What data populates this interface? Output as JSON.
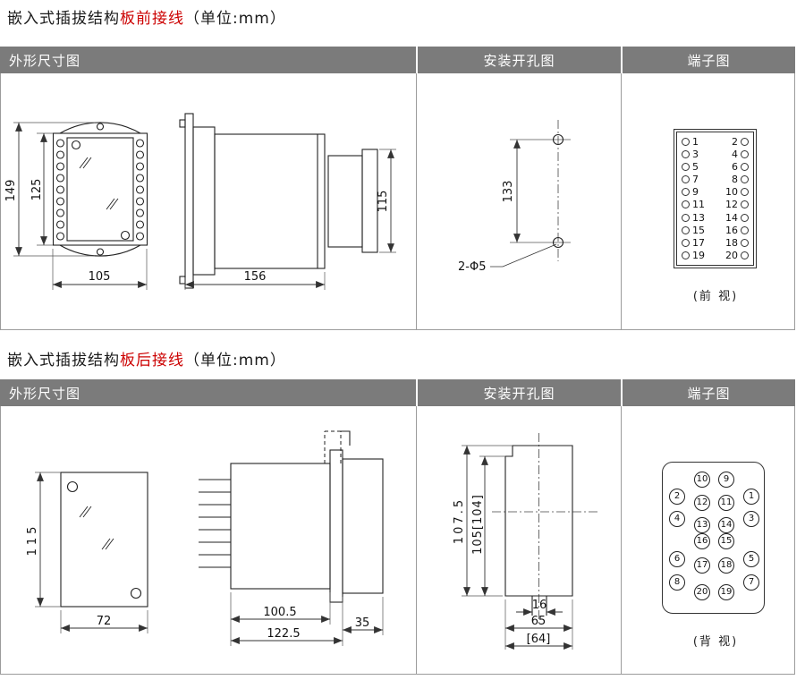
{
  "colors": {
    "title_red": "#cc0000",
    "header_bg": "#7b7b7b",
    "header_text": "#ffffff",
    "line": "#333333"
  },
  "front_section": {
    "title": {
      "prefix": "嵌入式插拔结构",
      "highlight": "板前接线",
      "unit": "（单位:mm）"
    },
    "headers": {
      "outline": "外形尺寸图",
      "mounting": "安装开孔图",
      "terminal": "端子图"
    },
    "outline_dims": {
      "overall_height": "149",
      "inner_height": "125",
      "width": "105",
      "plug_height": "115",
      "depth": "156"
    },
    "mounting_dims": {
      "hole_pitch": "133",
      "hole_spec": "2-Φ5"
    },
    "terminal": {
      "view_label": "(前 视)",
      "rows": [
        [
          "1",
          "2"
        ],
        [
          "3",
          "4"
        ],
        [
          "5",
          "6"
        ],
        [
          "7",
          "8"
        ],
        [
          "9",
          "10"
        ],
        [
          "11",
          "12"
        ],
        [
          "13",
          "14"
        ],
        [
          "15",
          "16"
        ],
        [
          "17",
          "18"
        ],
        [
          "19",
          "20"
        ]
      ]
    }
  },
  "rear_section": {
    "title": {
      "prefix": "嵌入式插拔结构",
      "highlight": "板后接线",
      "unit": "（单位:mm）"
    },
    "headers": {
      "outline": "外形尺寸图",
      "mounting": "安装开孔图",
      "terminal": "端子图"
    },
    "outline_dims": {
      "face_height": "115",
      "face_width": "72",
      "body_depth": "100.5",
      "total_depth": "122.5",
      "flange_depth": "35"
    },
    "mounting_dims": {
      "outer_height": "107.5",
      "inner_height": "105[104]",
      "notch_width": "16",
      "cutout_width": "65",
      "cutout_width_alt": "[64]"
    },
    "terminal": {
      "view_label": "(背 视)",
      "rows": [
        {
          "span": "inner",
          "nums": [
            "10",
            "9"
          ]
        },
        {
          "span": "full",
          "nums": [
            "2",
            "12",
            "11",
            "1"
          ]
        },
        {
          "span": "full",
          "nums": [
            "4",
            "13",
            "14",
            "3"
          ]
        },
        {
          "span": "inner",
          "nums": [
            "16",
            "15"
          ]
        },
        {
          "span": "full",
          "nums": [
            "6",
            "17",
            "18",
            "5"
          ]
        },
        {
          "span": "outer",
          "nums": [
            "8",
            "7"
          ]
        },
        {
          "span": "inner",
          "nums": [
            "20",
            "19"
          ]
        }
      ]
    }
  }
}
